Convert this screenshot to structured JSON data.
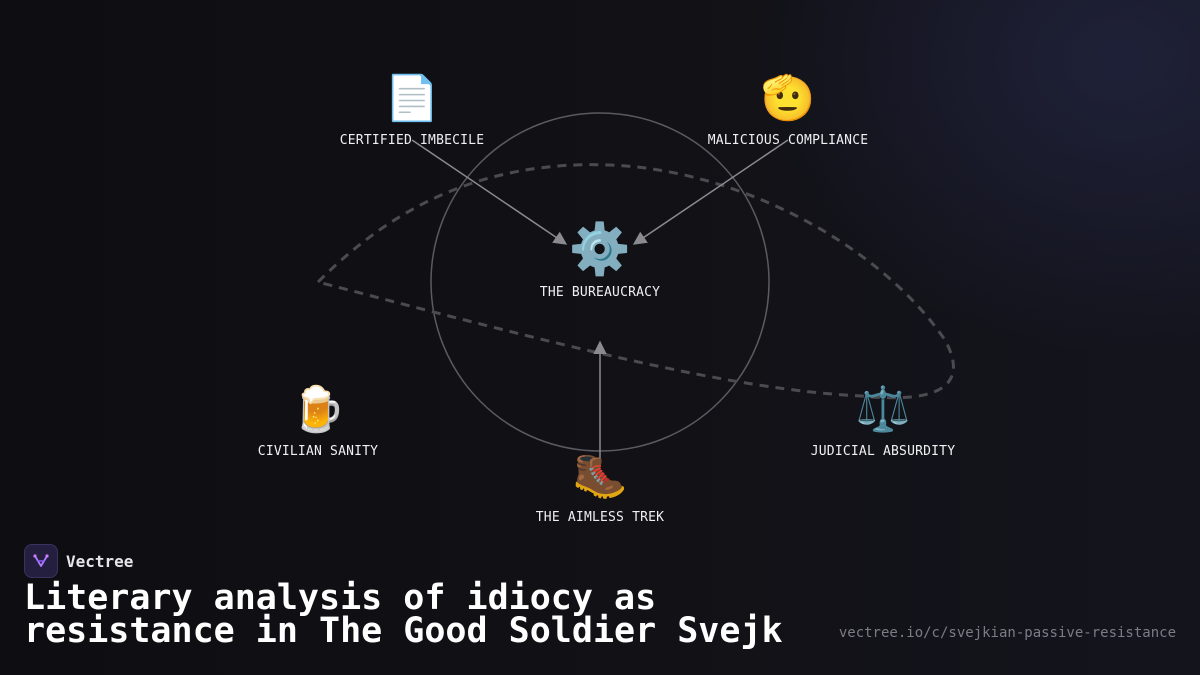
{
  "diagram": {
    "nodes": [
      {
        "id": "certified-imbecile",
        "icon": "document-icon",
        "emoji": "📄",
        "label": "CERTIFIED IMBECILE"
      },
      {
        "id": "malicious-compliance",
        "icon": "saluting-face-icon",
        "emoji": "🫡",
        "label": "MALICIOUS COMPLIANCE"
      },
      {
        "id": "bureaucracy",
        "icon": "gear-icon",
        "emoji": "⚙️",
        "label": "THE BUREAUCRACY"
      },
      {
        "id": "civilian-sanity",
        "icon": "beer-mug-icon",
        "emoji": "🍺",
        "label": "CIVILIAN SANITY"
      },
      {
        "id": "aimless-trek",
        "icon": "hiking-boot-icon",
        "emoji": "🥾",
        "label": "THE AIMLESS TREK"
      },
      {
        "id": "judicial-absurdity",
        "icon": "balance-scale-icon",
        "emoji": "⚖️",
        "label": "JUDICIAL ABSURDITY"
      }
    ],
    "edges": [
      {
        "from": "certified-imbecile",
        "to": "bureaucracy"
      },
      {
        "from": "malicious-compliance",
        "to": "bureaucracy"
      },
      {
        "from": "aimless-trek",
        "to": "bureaucracy"
      }
    ],
    "colors": {
      "arrow": "#8a8a90",
      "circle": "#5a5a60",
      "dashed_path": "#4a4a50"
    }
  },
  "footer": {
    "brand_name": "Vectree",
    "title": "Literary analysis of idiocy as resistance in The Good Soldier Svejk",
    "url": "vectree.io/c/svejkian-passive-resistance"
  }
}
